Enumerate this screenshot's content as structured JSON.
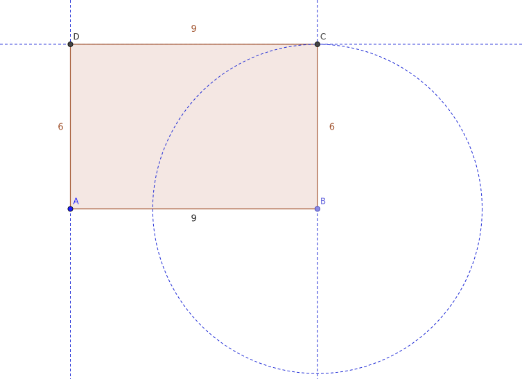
{
  "diagram": {
    "points": [
      {
        "id": "A",
        "label": "A",
        "x": 0,
        "y": 0,
        "color": "#1a1aff",
        "label_color": "#1a1aff",
        "fill": "#1a1aff"
      },
      {
        "id": "B",
        "label": "B",
        "x": 9,
        "y": 0,
        "color": "#6666dd",
        "label_color": "#6666dd",
        "fill": "#8a8ae6"
      },
      {
        "id": "C",
        "label": "C",
        "x": 9,
        "y": 6,
        "color": "#333333",
        "label_color": "#333333",
        "fill": "#444444"
      },
      {
        "id": "D",
        "label": "D",
        "x": 0,
        "y": 6,
        "color": "#333333",
        "label_color": "#333333",
        "fill": "#444444"
      }
    ],
    "side_labels": {
      "top": "9",
      "bottom": "9",
      "left": "6",
      "right": "6"
    },
    "side_label_colors": {
      "top": "#a0522d",
      "bottom": "#222222",
      "left": "#a0522d",
      "right": "#a0522d"
    },
    "circle": {
      "center": "B",
      "radius": 6
    },
    "colors": {
      "polygon_fill": "#f4e7e3",
      "polygon_stroke": "#a0522d",
      "guide": "#1f2bd6"
    }
  }
}
